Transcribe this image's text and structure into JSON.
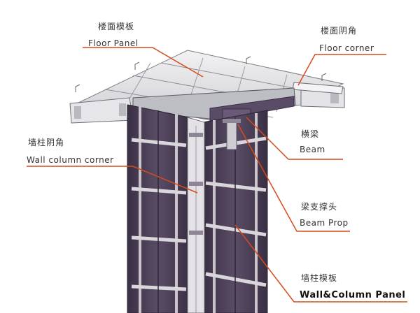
{
  "labels": {
    "floor_panel": {
      "zh": "楼面模板",
      "en": "Floor Panel"
    },
    "floor_corner": {
      "zh": "楼面阴角",
      "en": "Floor corner"
    },
    "beam": {
      "zh": "横梁",
      "en": "Beam"
    },
    "wall_column_corner": {
      "zh": "墙柱阴角",
      "en": "Wall column corner"
    },
    "beam_prop": {
      "zh": "梁支撑头",
      "en": "Beam Prop"
    },
    "wall_column_panel": {
      "zh": "墙柱模板",
      "en": "Wall&Column Panel"
    }
  },
  "colors": {
    "leader_line": "#d64a1c",
    "panel_face": "#4a3d55",
    "panel_dark": "#2c2433",
    "rib_light": "#d9d6dc",
    "deck_light": "#e8e8ea",
    "deck_edge": "#9a9aa0"
  }
}
